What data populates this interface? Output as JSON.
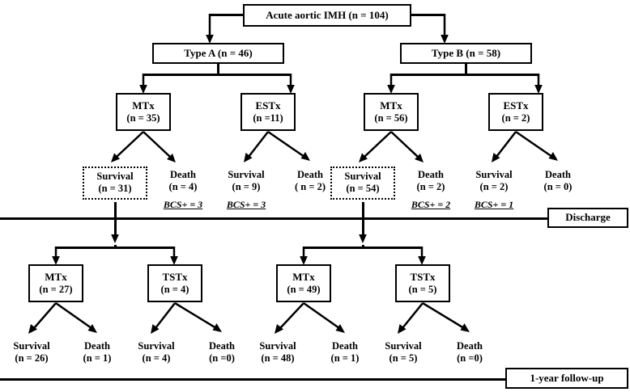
{
  "figure": {
    "type": "clinical-flowchart",
    "root": {
      "label": "Acute aortic IMH (n = 104)"
    },
    "types": [
      {
        "label": "Type A (n = 46)"
      },
      {
        "label": "Type B (n = 58)"
      }
    ],
    "initial_treatments": [
      {
        "name": "MTx",
        "n": "(n = 35)"
      },
      {
        "name": "ESTx",
        "n": "(n =11)"
      },
      {
        "name": "MTx",
        "n": "(n = 56)"
      },
      {
        "name": "ESTx",
        "n": "(n = 2)"
      }
    ],
    "initial_outcomes": [
      {
        "label": "Survival",
        "n": "(n = 31)",
        "highlight": true,
        "bcs": ""
      },
      {
        "label": "Death",
        "n": "(n = 4)",
        "highlight": false,
        "bcs": "BCS+ = 3"
      },
      {
        "label": "Survival",
        "n": "(n = 9)",
        "highlight": false,
        "bcs": "BCS+ = 3"
      },
      {
        "label": "Death",
        "n": "( n = 2)",
        "highlight": false,
        "bcs": ""
      },
      {
        "label": "Survival",
        "n": "(n = 54)",
        "highlight": true,
        "bcs": ""
      },
      {
        "label": "Death",
        "n": "(n = 2)",
        "highlight": false,
        "bcs": "BCS+ = 2"
      },
      {
        "label": "Survival",
        "n": "(n = 2)",
        "highlight": false,
        "bcs": "BCS+ = 1"
      },
      {
        "label": "Death",
        "n": "(n = 0)",
        "highlight": false,
        "bcs": ""
      }
    ],
    "milestones": {
      "discharge": "Discharge",
      "followup": "1-year follow-up"
    },
    "followup_treatments": [
      {
        "name": "MTx",
        "n": "(n = 27)"
      },
      {
        "name": "TSTx",
        "n": "(n = 4)"
      },
      {
        "name": "MTx",
        "n": "(n = 49)"
      },
      {
        "name": "TSTx",
        "n": "(n = 5)"
      }
    ],
    "followup_outcomes": [
      {
        "label": "Survival",
        "n": "(n = 26)"
      },
      {
        "label": "Death",
        "n": "(n = 1)"
      },
      {
        "label": "Survival",
        "n": "(n = 4)"
      },
      {
        "label": "Death",
        "n": "(n =0)"
      },
      {
        "label": "Survival",
        "n": "(n = 48)"
      },
      {
        "label": "Death",
        "n": "(n = 1)"
      },
      {
        "label": "Survival",
        "n": "(n = 5)"
      },
      {
        "label": "Death",
        "n": "(n =0)"
      }
    ],
    "colors": {
      "line": "#000000",
      "background": "#ffffff",
      "text": "#000000"
    }
  }
}
